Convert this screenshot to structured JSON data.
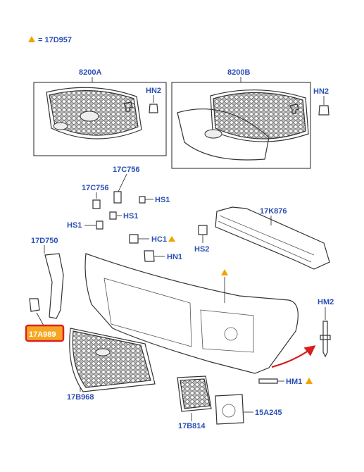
{
  "legend": {
    "symbol_color": "#f0a400",
    "text": "= 17D957"
  },
  "labels": {
    "grille_left": "8200A",
    "grille_right": "8200B",
    "hn2_left": "HN2",
    "hn2_right": "HN2",
    "c17c756_top": "17C756",
    "c17c756_mid": "17C756",
    "hs1_right": "HS1",
    "hs1_mid": "HS1",
    "hs1_left": "HS1",
    "hc1": "HC1",
    "hn1": "HN1",
    "hs2": "HS2",
    "k876": "17K876",
    "d750": "17D750",
    "a989": "17A989",
    "b968": "17B968",
    "b814": "17B814",
    "a245": "15A245",
    "hm1": "HM1",
    "hm2": "HM2"
  },
  "colors": {
    "label_blue": "#2b4fb3",
    "highlight_red": "#e02020",
    "highlight_fill": "#f5a623",
    "warning_orange": "#f0a400",
    "arrow_red": "#d81e1e"
  }
}
